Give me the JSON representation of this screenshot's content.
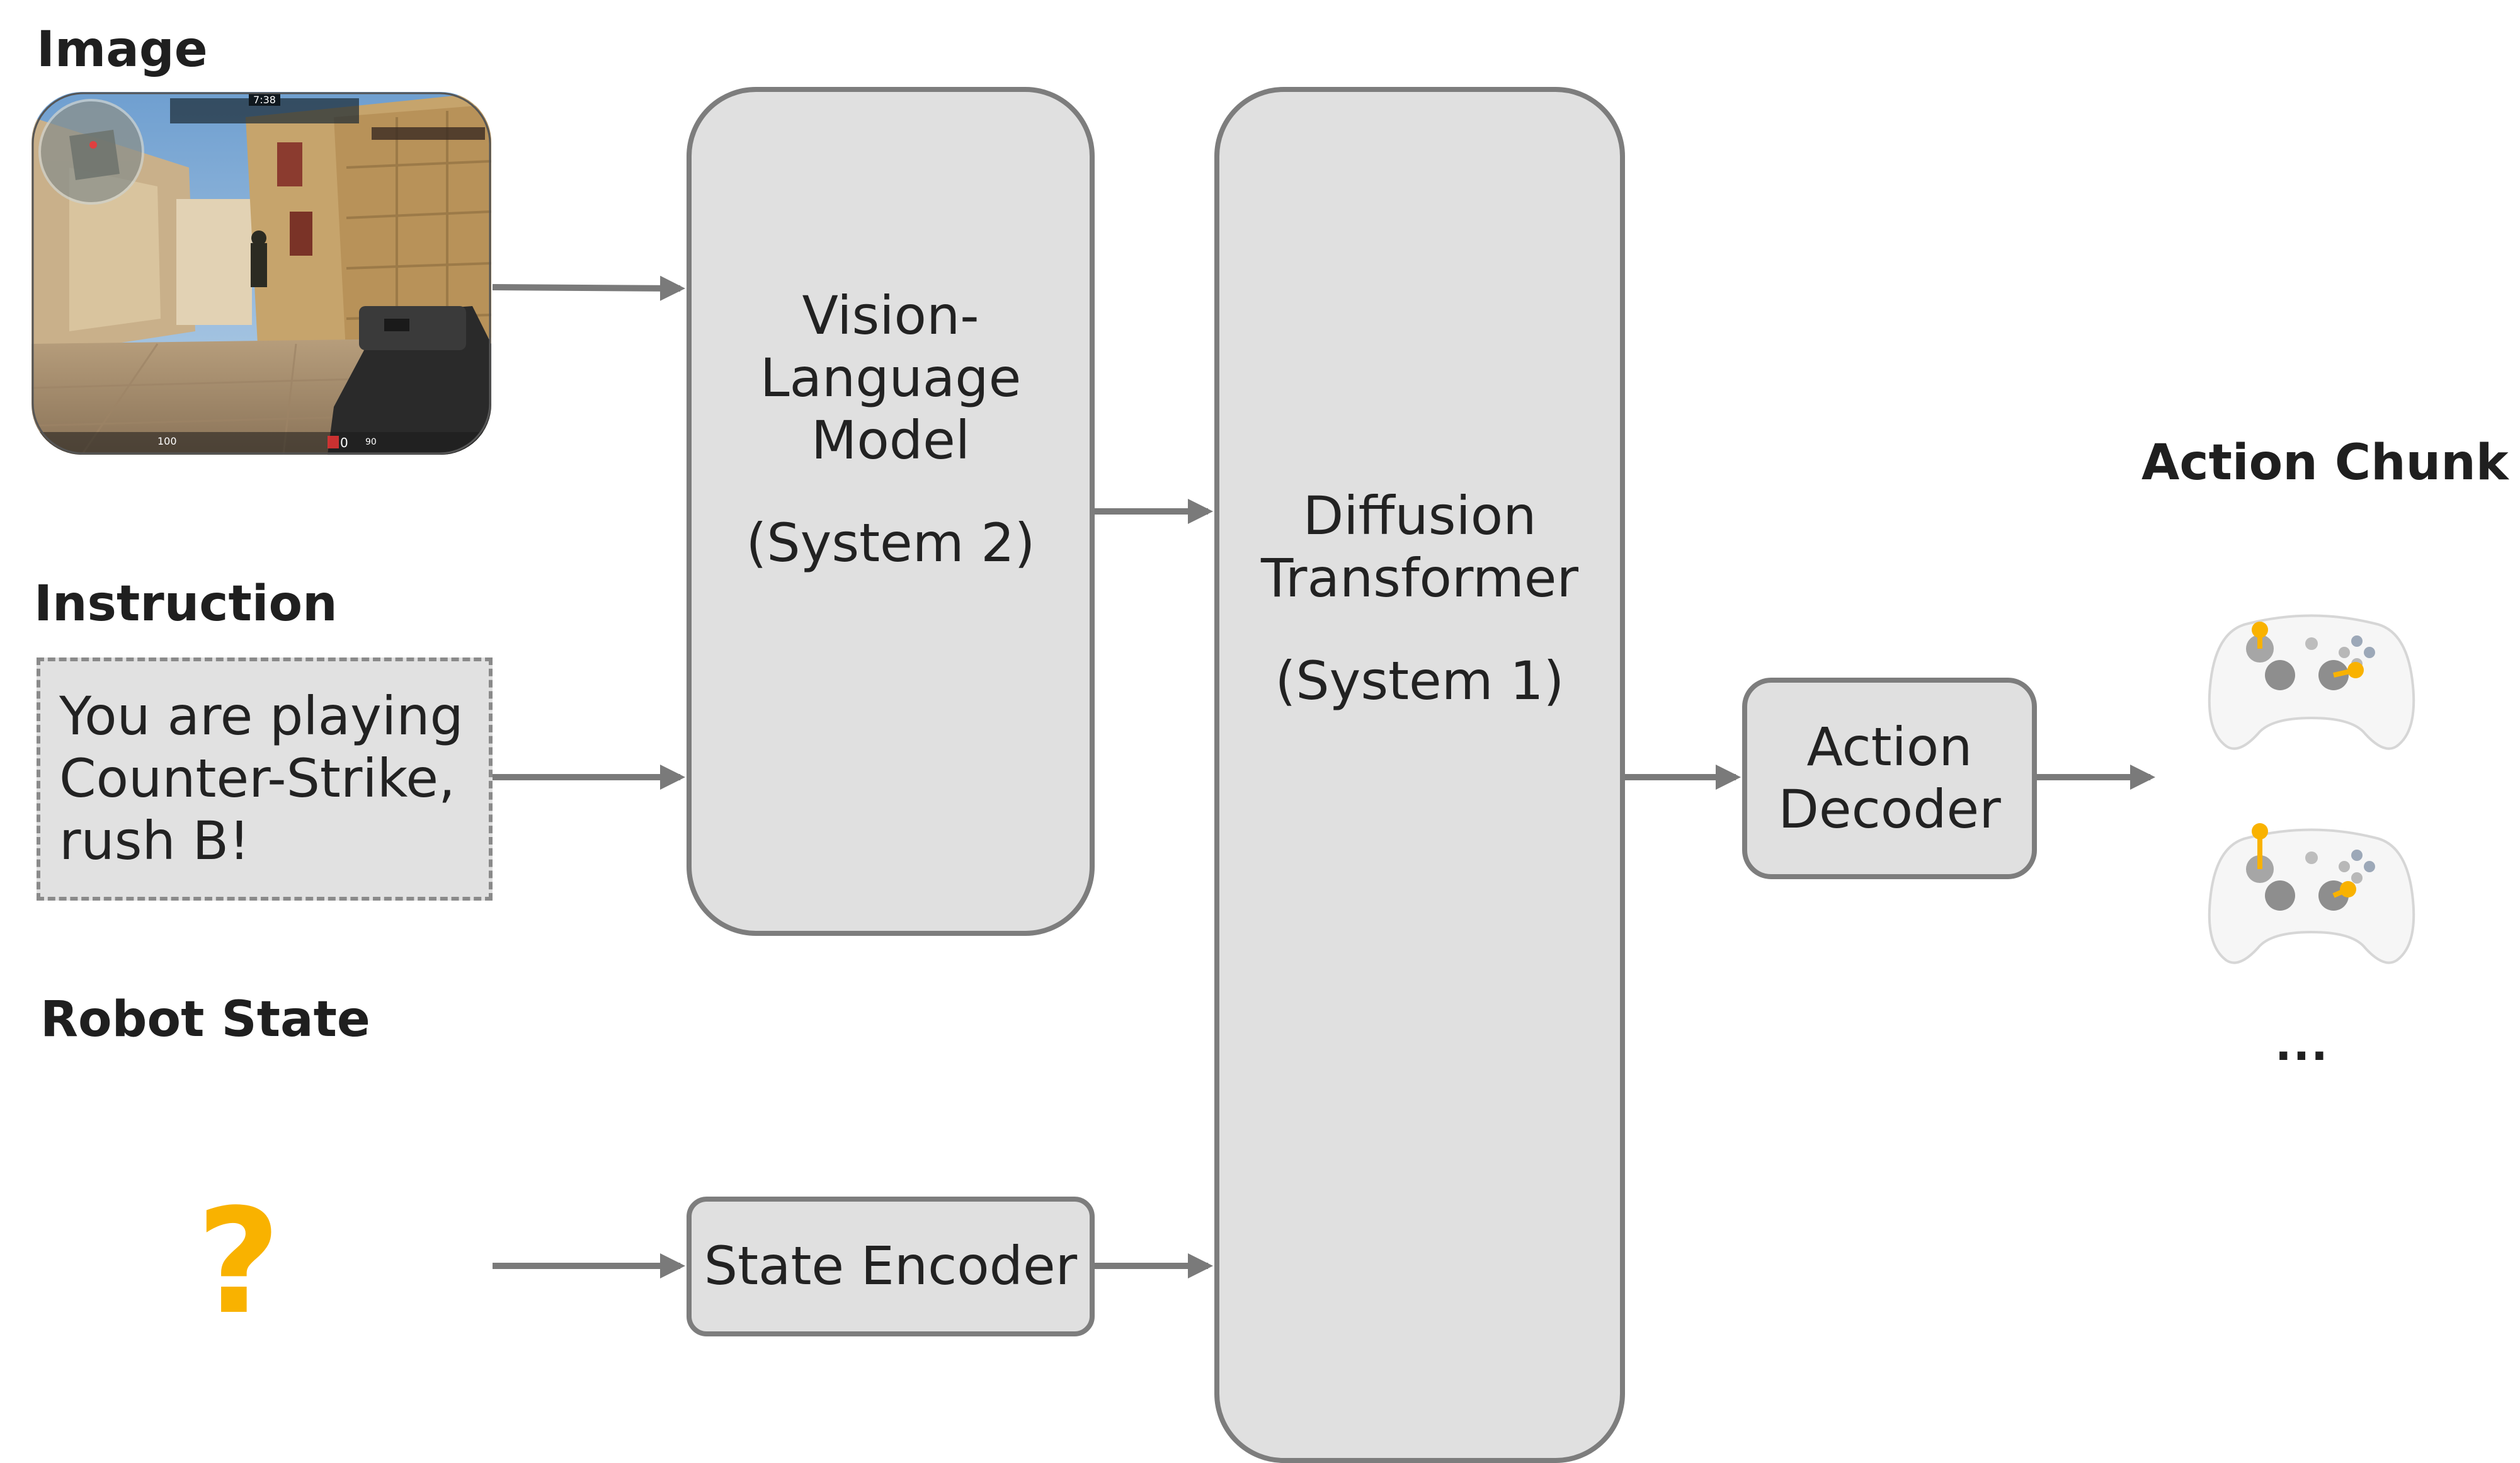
{
  "inputs": {
    "image_heading": "Image",
    "game_image": {
      "hud_timer": "7:38",
      "hud_health": "100",
      "hud_ammo": "0",
      "hud_ammo_reserve": "90"
    },
    "instruction_heading": "Instruction",
    "instruction_text": [
      "You are playing",
      "Counter-Strike,",
      "rush B!"
    ],
    "state_heading": "Robot State",
    "state_symbol": "?"
  },
  "blocks": {
    "vlm": {
      "lines": [
        "Vision-",
        "Language",
        "Model"
      ],
      "system": "(System 2)"
    },
    "state_encoder": {
      "label": "State Encoder"
    },
    "dit": {
      "lines": [
        "Diffusion",
        "Transformer"
      ],
      "system": "(System 1)"
    },
    "action_decoder": {
      "lines": [
        "Action",
        "Decoder"
      ]
    }
  },
  "output": {
    "heading": "Action Chunk",
    "controllers": [
      "gamepad-icon",
      "gamepad-icon"
    ],
    "ellipsis": "..."
  },
  "colors": {
    "box_fill": "#e0e0e0",
    "box_border": "#7d7d7d",
    "arrow": "#7a7a7a",
    "accent": "#f9b200"
  }
}
